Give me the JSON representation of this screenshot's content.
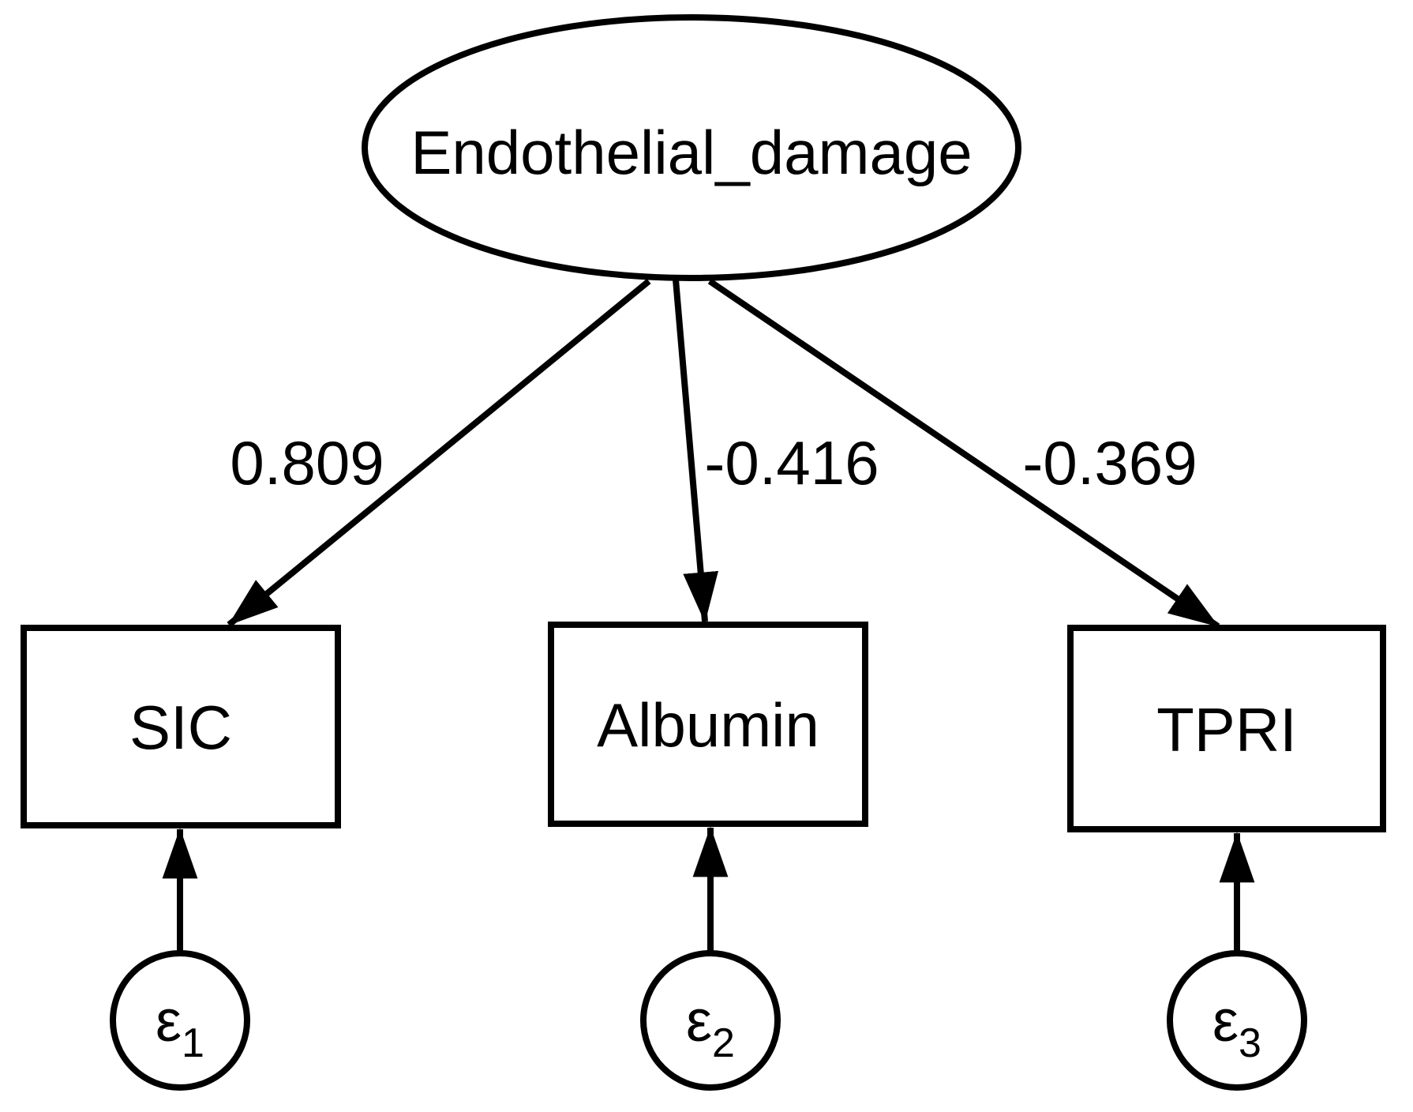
{
  "figure": {
    "background_color": "#ffffff",
    "stroke_color": "#000000",
    "latent": {
      "label": "Endothelial_damage"
    },
    "indicators": [
      {
        "label": "SIC",
        "coefficient": "0.809",
        "error": {
          "symbol": "ε",
          "subscript": "1"
        }
      },
      {
        "label": "Albumin",
        "coefficient": "-0.416",
        "error": {
          "symbol": "ε",
          "subscript": "2"
        }
      },
      {
        "label": "TPRI",
        "coefficient": "-0.369",
        "error": {
          "symbol": "ε",
          "subscript": "3"
        }
      }
    ]
  }
}
